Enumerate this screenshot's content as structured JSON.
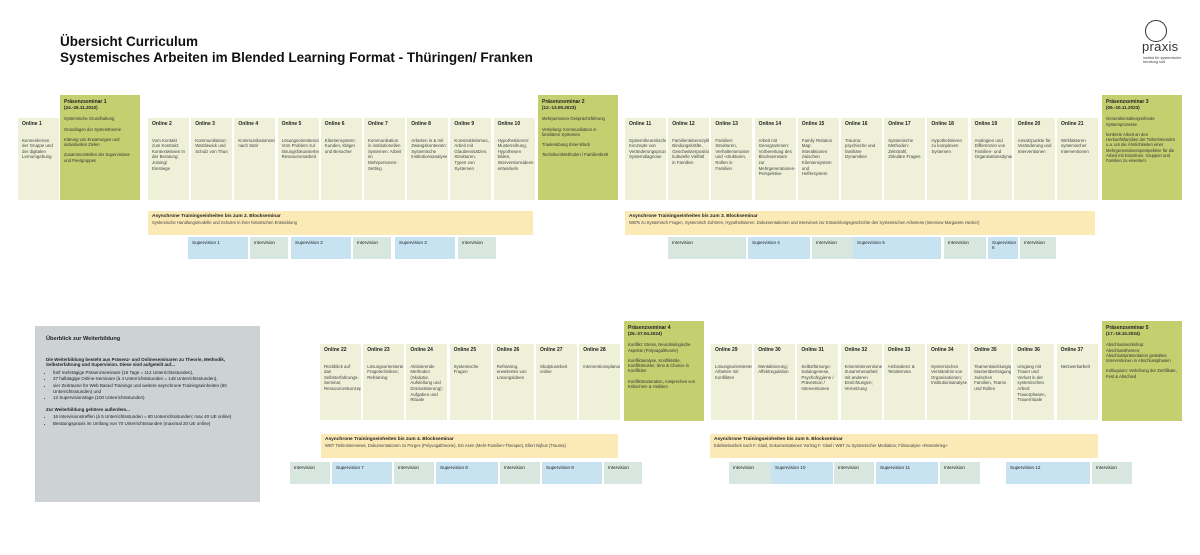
{
  "title": {
    "line1": "Übersicht Curriculum",
    "line2": "Systemisches Arbeiten im Blended Learning Format - Thüringen/ Franken"
  },
  "logo": {
    "word": "praxis",
    "sub": "institut für systemische beratung süd"
  },
  "row1": {
    "online1": {
      "title": "Online 1",
      "desc": "Kennenlernen der Gruppe und der digitalen Lernumgebung"
    },
    "praes1": {
      "title": "Präsenzseminar 1",
      "dates": "(24.-26.11.2022)",
      "items": [
        "Systemische Grundhaltung",
        "Grundlagen der Systemtheorie",
        "Klärung von Erwartungen und individuellen Zielen",
        "Zusammenstellen der Supervisions- und Peergruppen"
      ]
    },
    "onlines": [
      {
        "title": "Online 2",
        "desc": "Vom Kontakt zum Kontrakt: Kontextwissen in der Beratung; Joining/ Einstiege"
      },
      {
        "title": "Online 3",
        "desc": "Kommunikation: Watzlawick und Schulz von Thun"
      },
      {
        "title": "Online 4",
        "desc": "Kommunikationsmuster nach Satir"
      },
      {
        "title": "Online 5",
        "desc": "Lösungsorientierung: Vom Problem zur lösungsfokussierten Ressourcenarbeit"
      },
      {
        "title": "Online 6",
        "desc": "Klientensystem: Kunden, Kläger und Besucher"
      },
      {
        "title": "Online 7",
        "desc": "Kommunikation in institutionellen Systemen: Arbeit im Mehrpersonen-Setting"
      },
      {
        "title": "Online 8",
        "desc": "Arbeiten in & mit Zwangskontexten: Systemische Institutionsanalyse"
      },
      {
        "title": "Online 9",
        "desc": "Konstruktivismus, Arbeit mit Glaubenssätzen, Strukturen, Typen von Systemen"
      },
      {
        "title": "Online 10",
        "desc": "Hypothetisieren: Musterreihung, Hypothesen bilden, Interventionsideen entwickeln"
      }
    ],
    "praes2": {
      "title": "Präsenzseminar 2",
      "dates": "(12.-13.05.2023)",
      "items": [
        "Mehrpersonen-Gesprächsführung",
        "Vertiefung: Kommunikation in familiären Systemen",
        "Triadenübung Einer-Block",
        "Techniken/Methoden / Familienbrett"
      ]
    },
    "onlines2": [
      {
        "title": "Online 11",
        "desc": "Systemtheoretische Konzepte von Veränderungsprozessen, Systemdiagnose"
      },
      {
        "title": "Online 12",
        "desc": "Familienlebenszyklus, Bindungskräfte, Geschwisterpositionen, kulturelle Vielfalt in Familien"
      },
      {
        "title": "Online 13",
        "desc": "Familien: Strukturen, Verhaltensmuster und -strukturen, Rollen in Familien"
      },
      {
        "title": "Online 14",
        "desc": "Arbeit mit Genogrammen: Vorbereitung des Blockseminars zur Mehrgenerationen-Perspektive"
      },
      {
        "title": "Online 15",
        "desc": "Family Relation Map: Interaktionen zwischen Klientensystem und Helfersystem"
      },
      {
        "title": "Online 16",
        "desc": "Trauma: psychische und familiäre Dynamiken"
      },
      {
        "title": "Online 17",
        "desc": "Systemische Methoden: Zeitstrahl, Zirkuläre Fragen"
      },
      {
        "title": "Online 18",
        "desc": "Hypothetisieren zu komplexen Systemen"
      },
      {
        "title": "Online 19",
        "desc": "Analogien und Differenzen von Familien- und Organisationsdynamiken"
      },
      {
        "title": "Online 20",
        "desc": "Ansatzpunkte für Veränderung und Interventionen"
      },
      {
        "title": "Online 21",
        "desc": "Wirkfaktoren systemischer Interventionen"
      }
    ],
    "praes3": {
      "title": "Präsenzseminar 3",
      "dates": "(06.-10.11.2023)",
      "items": [
        "Generationsübergreifende Systemprozesse",
        "konkrete Arbeit an den Herkunftsfamilien der Teilnehmenden u.a. um die Ähnlichkeiten einer Mehrgenerationenperspektive für die Arbeit mit Einzelnen, Gruppen und Familien zu erweitern."
      ]
    }
  },
  "async1": {
    "a": {
      "title": "Asynchrone Trainingseinheiten bis zum 2. Blockseminar",
      "desc": "Systemische Handlungsmodelle und Schulen in ihrer historischen Entwicklung"
    },
    "b": {
      "title": "Asynchrone Trainingseinheiten bis zum 3. Blockseminar",
      "desc": "WBTs zu Systemisch Fragen, Systemisch Zuhören, Hypothetisieren, Dokumentationen und Interviews zur Entwicklungsgeschichte des Systemischen Arbeitens (Interview Margarete Hecker)"
    }
  },
  "sup1": [
    {
      "label": "Supervision 1",
      "kind": "sup"
    },
    {
      "label": "Intervision",
      "kind": "int"
    },
    {
      "label": "Supervision 2",
      "kind": "sup"
    },
    {
      "label": "Intervision",
      "kind": "int"
    },
    {
      "label": "Supervision 3",
      "kind": "sup"
    },
    {
      "label": "Intervision",
      "kind": "int"
    },
    {
      "label": "Intervision",
      "kind": "int"
    },
    {
      "label": "Supervision 4",
      "kind": "sup"
    },
    {
      "label": "Intervision",
      "kind": "int"
    },
    {
      "label": "Supervision 5",
      "kind": "sup"
    },
    {
      "label": "Intervision",
      "kind": "int"
    },
    {
      "label": "Supervision 6",
      "kind": "sup"
    },
    {
      "label": "Intervision",
      "kind": "int"
    }
  ],
  "overview": {
    "title": "Überblick zur Weiterbildung",
    "intro": "Die Weiterbildung besteht aus Präsenz- und Onlineseminaren zu Theorie, Methodik, Selbsterfahrung und Supervision. Diese sind aufgeteilt auf...",
    "list1": [
      "fünf mehrtägige Präsenzseminare (15 Tage = 112 Unterrichtsstunden),",
      "37 halbtägige Online-Seminare (à 4 Unterrichtsstunden = 148 Unterrichtsstunden),",
      "vier Zeiträume für Web Based Trainings und weitere asynchrone Trainingseinheiten (60 Unterrichtsstunden) und",
      "12 Supervisionstage (100 Unterrichtsstunden)"
    ],
    "intro2": "Zur Weiterbildung gehören außerdem...",
    "list2": [
      "16 Intervisionstreffen (à 5 Unterrichtsstunden = 80 Unterrichtsstunden; max 40 UE online)",
      "Beratungspraxis im Umfang von 70 Unterrichtsstunden (maximal 20 UE online)"
    ]
  },
  "row2": {
    "onlines": [
      {
        "title": "Online 22",
        "desc": "Rückblick auf das Selbsterfahrungs-Seminar, Ressourcenkonzept"
      },
      {
        "title": "Online 23",
        "desc": "Lösungsorientierte Fragetechniken; Reframing"
      },
      {
        "title": "Online 24",
        "desc": "Aktivierende Methoden (Skulptur, Aufstellung und Dramatisierung): Aufgaben und Rituale"
      },
      {
        "title": "Online 25",
        "desc": "Systemische Fragen"
      },
      {
        "title": "Online 26",
        "desc": "Reframing, erweitertes von Lösungsideen"
      },
      {
        "title": "Online 27",
        "desc": "Skulpturarbeit online"
      },
      {
        "title": "Online 28",
        "desc": "Interventionsplanung"
      }
    ],
    "praes4": {
      "title": "Präsenzseminar 4",
      "dates": "(26.-27.04.2024)",
      "items": [
        "Konflikt: Stress, Neurobiologische Aspekte (Polyvagaltheorie)",
        "Konfliktanalyse, Konfliktstile, Konfliktmuster, Sinn & Chance in Konflikten",
        "Konfliktmoderation, Ansprechen von Kritischem & Heiklem"
      ]
    },
    "onlines2": [
      {
        "title": "Online 29",
        "desc": "Lösungsorientiertes Arbeiten mit Konflikten"
      },
      {
        "title": "Online 30",
        "desc": "Mentalisierung; Affektregulation"
      },
      {
        "title": "Online 31",
        "desc": "Selbstfürsorge: Salutogenese, Psychohygiene / Prävention / Interventionen"
      },
      {
        "title": "Online 32",
        "desc": "Kriseninterventionen: Zusammenarbeit mit anderen Einrichtungen; Vernetzung"
      },
      {
        "title": "Online 33",
        "desc": "Ambivalenz & Tetralemma"
      },
      {
        "title": "Online 34",
        "desc": "Systemisches Verständnis von Organisationen; Institutionsanalyse"
      },
      {
        "title": "Online 35",
        "desc": "Teamentwicklungsphasen: Musterübertragung zwischen Familien, Teams und Rollen"
      },
      {
        "title": "Online 36",
        "desc": "Umgang mit Trauer und Verlust in der systemischen Arbeit: Trauerphasen, Trauerrituale"
      },
      {
        "title": "Online 37",
        "desc": "Netzwerkarbeit"
      }
    ],
    "praes5": {
      "title": "Präsenzseminar 5",
      "dates": "(17.-19.10.2024)",
      "items": [
        "Abschlussworkshop: Abschlussthemen; Abschlusspräsentation gestalten; Interventionen in Abschlussphasen",
        "Kolloquium: Verleihung der Zertifikate, Fest & Abschied"
      ]
    }
  },
  "async2": {
    "a": {
      "title": "Asynchrone Trainingseinheiten bis zum 4. Blockseminar",
      "desc": "WBT Tiefeninterviews; Dokumentationen zu Porges (Polyvagaltheorie), Ein Asen (Mehr-Familien-Therapie), Ellert Nijhus (Trauma)"
    },
    "b": {
      "title": "Asynchrone Trainingseinheiten bis zum 5. Blockseminar",
      "desc": "Edelsteinarbeit nach F. Glasl, Dokumentationen Vortrag F. Glasl / WBT zu Systemischer Mediation; Filmanalyse »Rosenkrieg«"
    }
  },
  "sup2": [
    {
      "label": "Intervision",
      "kind": "int"
    },
    {
      "label": "Supervision 7",
      "kind": "sup"
    },
    {
      "label": "Intervision",
      "kind": "int"
    },
    {
      "label": "Supervision 8",
      "kind": "sup"
    },
    {
      "label": "Intervision",
      "kind": "int"
    },
    {
      "label": "Supervision 9",
      "kind": "sup"
    },
    {
      "label": "Intervision",
      "kind": "int"
    },
    {
      "label": "Intervision",
      "kind": "int"
    },
    {
      "label": "Supervision 10",
      "kind": "sup"
    },
    {
      "label": "Intervision",
      "kind": "int"
    },
    {
      "label": "Supervision 11",
      "kind": "sup"
    },
    {
      "label": "Intervision",
      "kind": "int"
    },
    {
      "label": "Supervision 12",
      "kind": "sup"
    },
    {
      "label": "Intervision",
      "kind": "int"
    }
  ]
}
